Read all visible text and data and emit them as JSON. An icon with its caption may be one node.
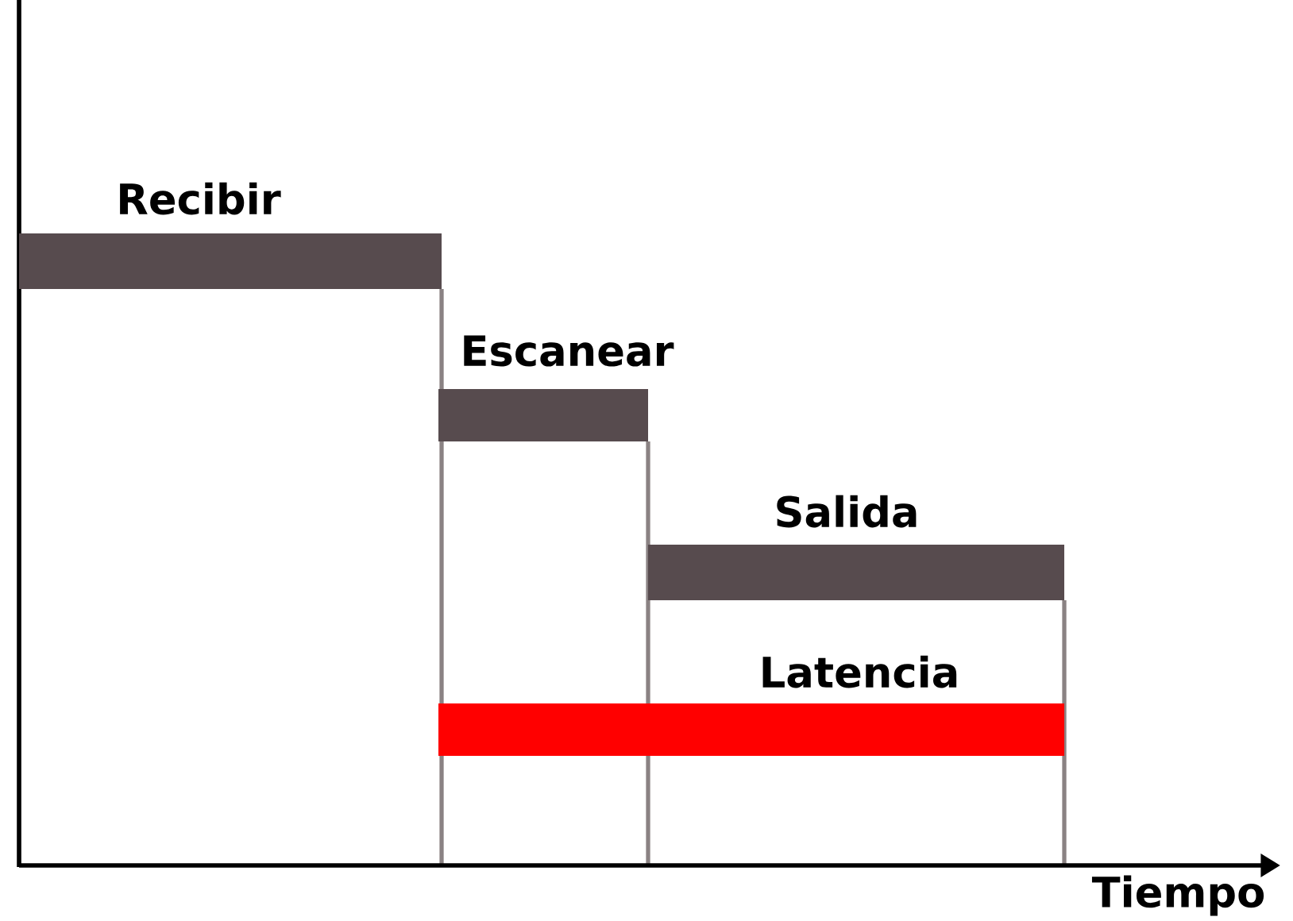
{
  "diagram": {
    "nodes": [
      {
        "text": [
          "Recibir"
        ]
      },
      {
        "text": [
          "Escanear"
        ]
      },
      {
        "text": [
          "Salida"
        ]
      },
      {
        "text": [
          "Latencia"
        ]
      }
    ],
    "labels": [
      "Tiempo"
    ]
  }
}
